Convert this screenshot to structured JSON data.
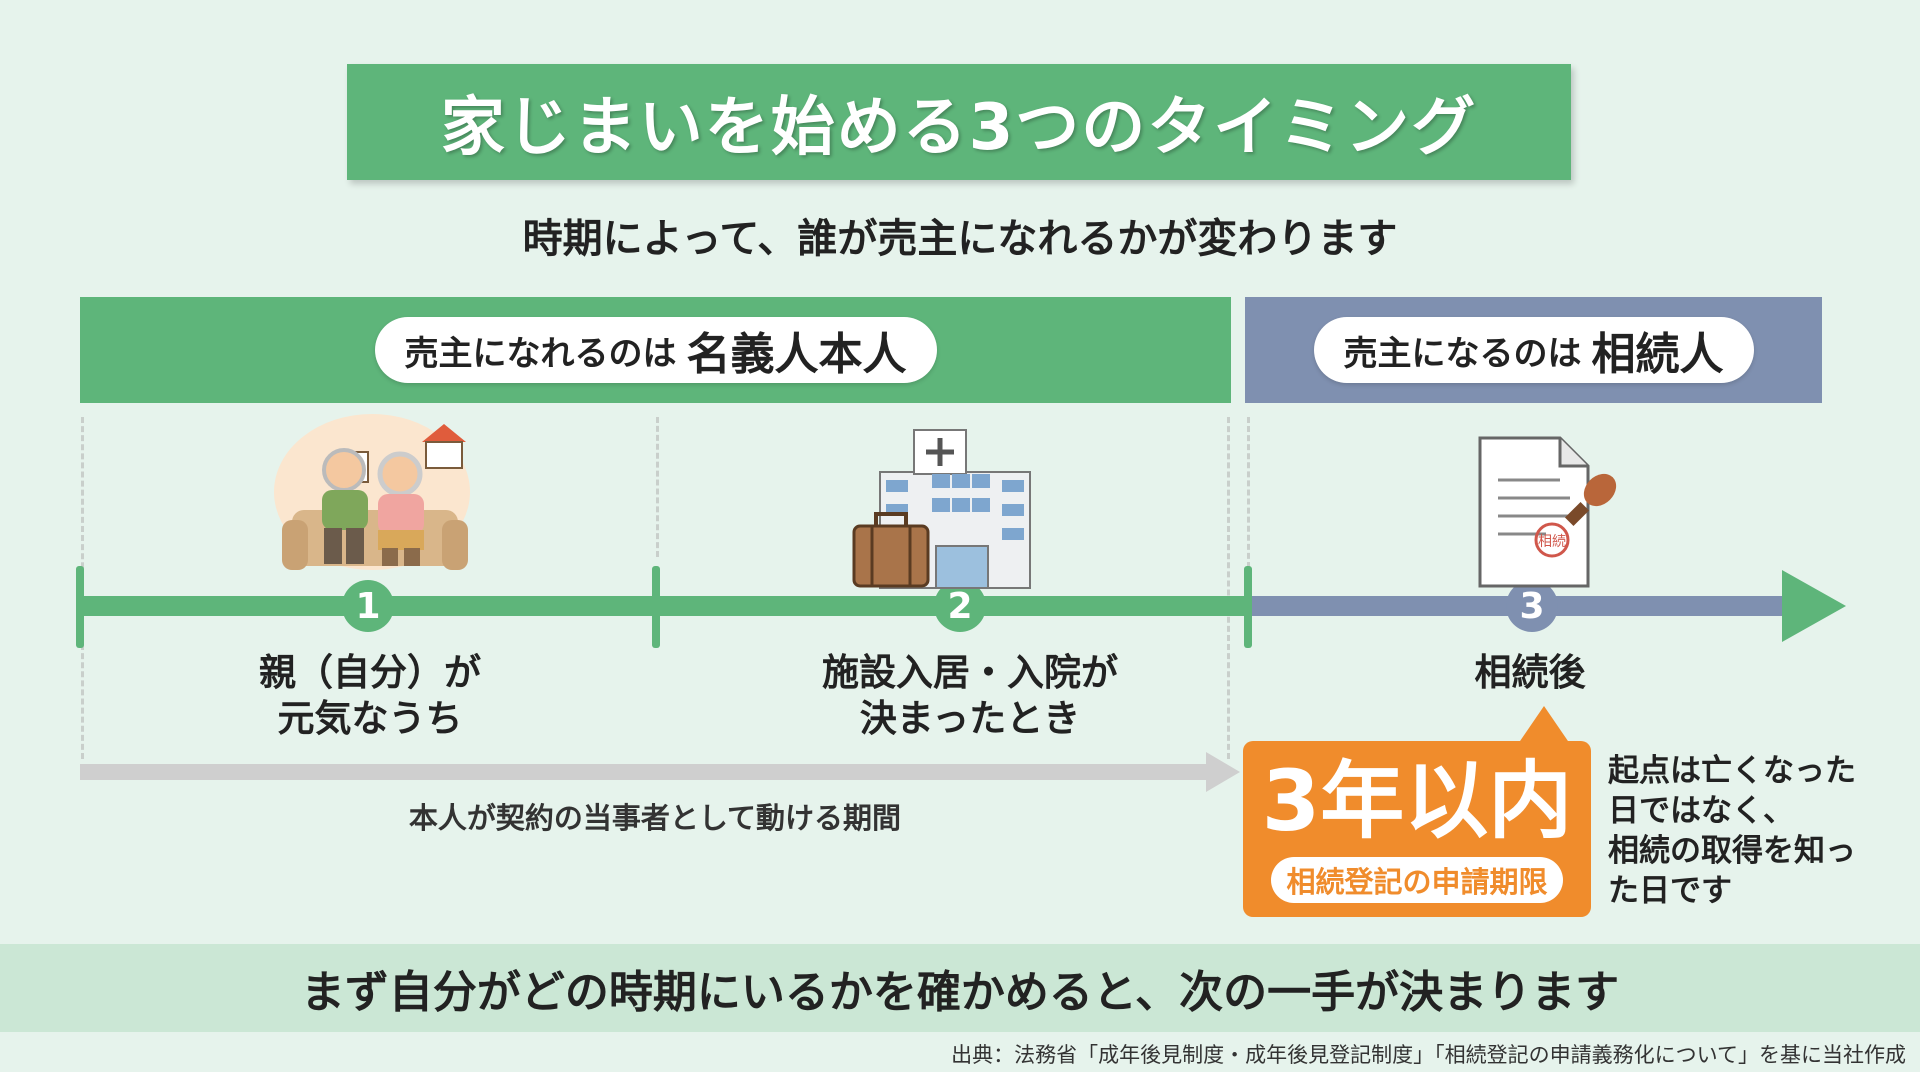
{
  "title": "家じまいを始める3つのタイミング",
  "subtitle": "時期によって、誰が売主になれるかが変わります",
  "bands": {
    "left": {
      "prefix": "売主になれるのは",
      "emphasis": "名義人本人",
      "color": "#5eb57a"
    },
    "right": {
      "prefix": "売主になるのは",
      "emphasis": "相続人",
      "color": "#7f90b0"
    }
  },
  "stages": [
    {
      "number": "1",
      "line1": "親（自分）が",
      "line2": "元気なうち",
      "icon": "elderly-couple-icon"
    },
    {
      "number": "2",
      "line1": "施設入居・入院が",
      "line2": "決まったとき",
      "icon": "hospital-building-icon"
    },
    {
      "number": "3",
      "line1": "相続後",
      "line2": "",
      "icon": "document-stamp-icon"
    }
  ],
  "period_caption": "本人が契約の当事者として動ける期間",
  "deadline": {
    "headline": "3年以内",
    "tag": "相続登記の申請期限",
    "color": "#f08c2c"
  },
  "note_lines": [
    "起点は亡くなった",
    "日ではなく、",
    "相続の取得を知っ",
    "た日です"
  ],
  "conclusion": "まず自分がどの時期にいるかを確かめると、次の一手が決まります",
  "source": "出典：法務省「成年後見制度・成年後見登記制度」「相続登記の申請義務化について」を基に当社作成",
  "stamp_text": "相続"
}
